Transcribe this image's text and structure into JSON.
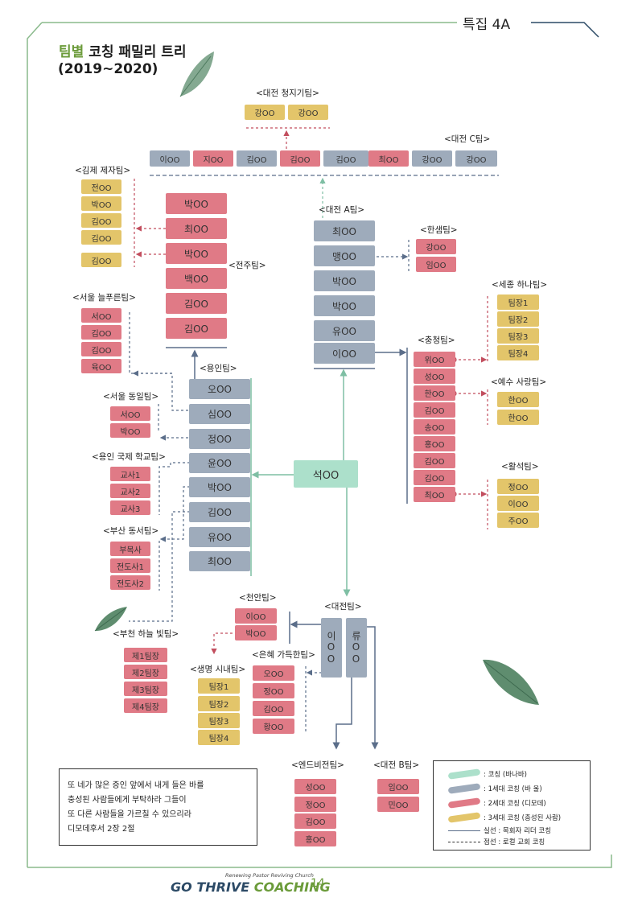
{
  "header": {
    "label": "특집 4A"
  },
  "title": {
    "accent": "팀별",
    "rest": " 코칭 패밀리 트리",
    "years": "(2019~2020)"
  },
  "colors": {
    "yellow": "#e3c56a",
    "pink": "#e07a86",
    "blue": "#9eabbb",
    "mint": "#ace0cb",
    "frame_green": "#8aba8c",
    "frame_navy": "#2c4a66"
  },
  "teams": {
    "daejeon_cheongji": {
      "name": "<대전 청지기팀>",
      "members": [
        "강OO",
        "강OO"
      ]
    },
    "daejeon_c": {
      "name": "<대전 C팀>",
      "members": [
        "이OO",
        "지OO",
        "김OO",
        "김OO",
        "김OO",
        "최OO",
        "강OO",
        "강OO"
      ]
    },
    "gimje": {
      "name": "<김제 제자팀>",
      "members": [
        "전OO",
        "박OO",
        "김OO",
        "김OO",
        "김OO"
      ]
    },
    "jeonju": {
      "name": "<전주팀>",
      "members": [
        "박OO",
        "최OO",
        "박OO",
        "백OO",
        "김OO",
        "김OO"
      ]
    },
    "daejeon_a": {
      "name": "<대전 A팀>",
      "members": [
        "최OO",
        "맹OO",
        "박OO",
        "박OO",
        "유OO",
        "이OO"
      ]
    },
    "hansaem": {
      "name": "<한샘팀>",
      "members": [
        "강OO",
        "임OO"
      ]
    },
    "sejong": {
      "name": "<세종 하나팀>",
      "members": [
        "팀장1",
        "팀장2",
        "팀장3",
        "팀장4"
      ]
    },
    "seoul_neulpureun": {
      "name": "<서울 늘푸른팀>",
      "members": [
        "서OO",
        "김OO",
        "김OO",
        "육OO"
      ]
    },
    "chungcheong": {
      "name": "<충청팀>",
      "members": [
        "위OO",
        "성OO",
        "한OO",
        "김OO",
        "송OO",
        "홍OO",
        "김OO",
        "김OO",
        "최OO"
      ]
    },
    "yongin": {
      "name": "<용인팀>",
      "members": [
        "오OO",
        "심OO",
        "정OO",
        "윤OO",
        "박OO",
        "김OO",
        "유OO",
        "최OO"
      ]
    },
    "seoul_dongil": {
      "name": "<서울 동일팀>",
      "members": [
        "서OO",
        "박OO"
      ]
    },
    "yesu_sarang": {
      "name": "<예수 사랑팀>",
      "members": [
        "한OO",
        "한OO"
      ]
    },
    "yongin_school": {
      "name": "<용인 국제 학교팀>",
      "members": [
        "교사1",
        "교사2",
        "교사3"
      ]
    },
    "center": {
      "members": [
        "석OO"
      ]
    },
    "hwalseok": {
      "name": "<활석팀>",
      "members": [
        "정OO",
        "이OO",
        "주OO"
      ]
    },
    "busan": {
      "name": "<부산 동서팀>",
      "members": [
        "부목사",
        "전도사1",
        "전도사2"
      ]
    },
    "cheonan": {
      "name": "<천안팀>",
      "members": [
        "이OO",
        "박OO"
      ]
    },
    "daejeon": {
      "name": "<대전팀>",
      "members": [
        "이OO",
        "류OO"
      ]
    },
    "bucheon": {
      "name": "<부천 하늘 빛팀>",
      "members": [
        "제1팀장",
        "제2팀장",
        "제3팀장",
        "제4팀장"
      ]
    },
    "saengmyeong": {
      "name": "<생명 시내팀>",
      "members": [
        "팀장1",
        "팀장2",
        "팀장3",
        "팀장4"
      ]
    },
    "eunhye": {
      "name": "<은혜 가득한팀>",
      "members": [
        "오OO",
        "정OO",
        "김OO",
        "황OO"
      ]
    },
    "endbijeon": {
      "name": "<엔드비전팀>",
      "members": [
        "성OO",
        "정OO",
        "김OO",
        "홍OO"
      ]
    },
    "daejeon_b": {
      "name": "<대전 B팀>",
      "members": [
        "임OO",
        "민OO"
      ]
    }
  },
  "verse": {
    "lines": [
      "또 네가 많은 증인 앞에서 내게 들은 바를",
      "충성된 사람들에게 부탁하라 그들이",
      "또 다른 사람들을 가르칠 수 있으리라",
      "디모데후서 2장 2절"
    ]
  },
  "legend": {
    "items": [
      {
        "label": ": 코칭 (바나바)",
        "color": "#ace0cb"
      },
      {
        "label": ": 1세대 코칭 (바    울)",
        "color": "#9eabbb"
      },
      {
        "label": ": 2세대 코칭 (디모데)",
        "color": "#e07a86"
      },
      {
        "label": ": 3세대 코칭 (충성된 사람)",
        "color": "#e3c56a"
      }
    ],
    "solid_label": "실선 : 목회자 리더 코칭",
    "dashed_label": "점선 : 로컬 교회 코칭"
  },
  "footer": {
    "sub": "Renewing Pastor Reviving Church",
    "brand_go": "GO ",
    "brand_thrive": "THRIVE",
    "brand_coaching": " COACHING",
    "page": "14"
  }
}
